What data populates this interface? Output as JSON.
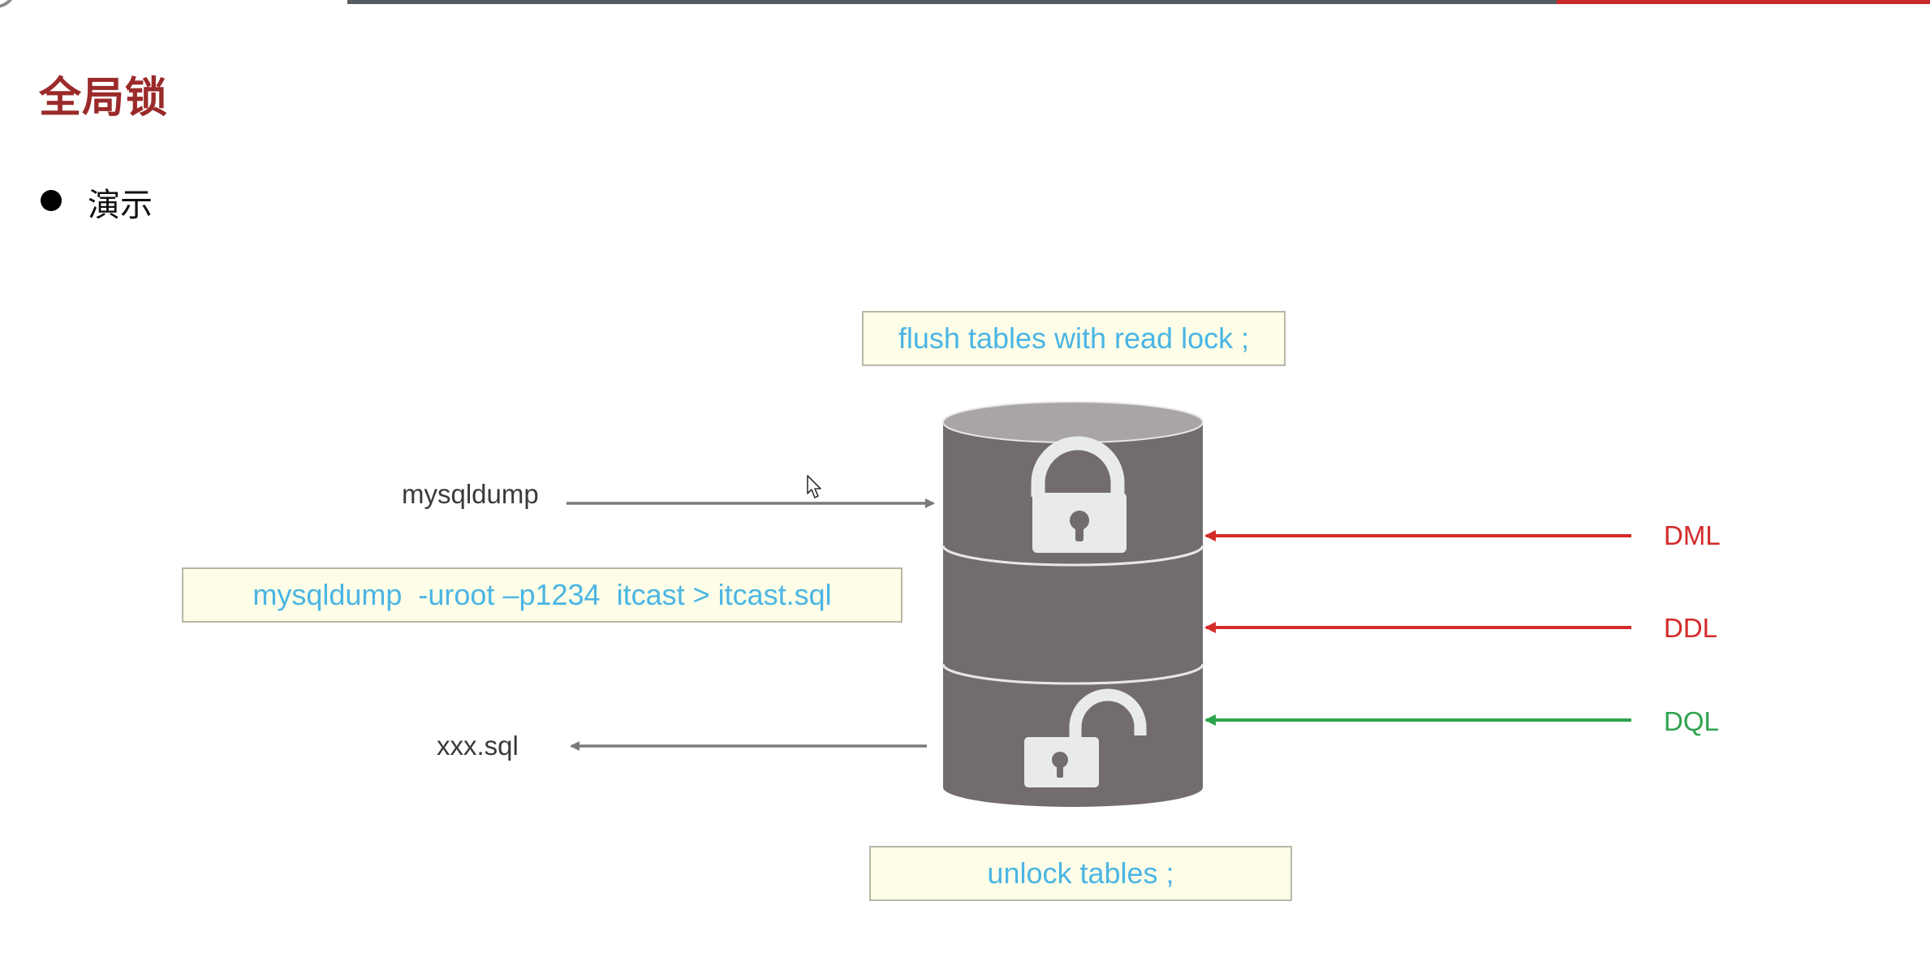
{
  "header": {
    "title": "全局锁"
  },
  "bullet": {
    "text": "演示"
  },
  "diagram": {
    "flush_command": "flush tables with read lock ;",
    "dump_command": "mysqldump  -uroot –p1234  itcast > itcast.sql",
    "unlock_command": "unlock tables ;",
    "mysqldump_label": "mysqldump",
    "output_file_label": "xxx.sql",
    "dml_label": "DML",
    "ddl_label": "DDL",
    "dql_label": "DQL"
  },
  "colors": {
    "title": "#9b2a2a",
    "command_text": "#4bb5e4",
    "command_bg": "#fdfde8",
    "dml": "#d42a2a",
    "ddl": "#d42a2a",
    "dql": "#2ea34e",
    "cylinder": "#726c70",
    "cylinder_top": "#a9a5a7",
    "arrow_gray": "#7a7a7a"
  },
  "icons": {
    "top_lock": "locked-padlock-icon",
    "bottom_lock": "unlocked-padlock-icon"
  }
}
